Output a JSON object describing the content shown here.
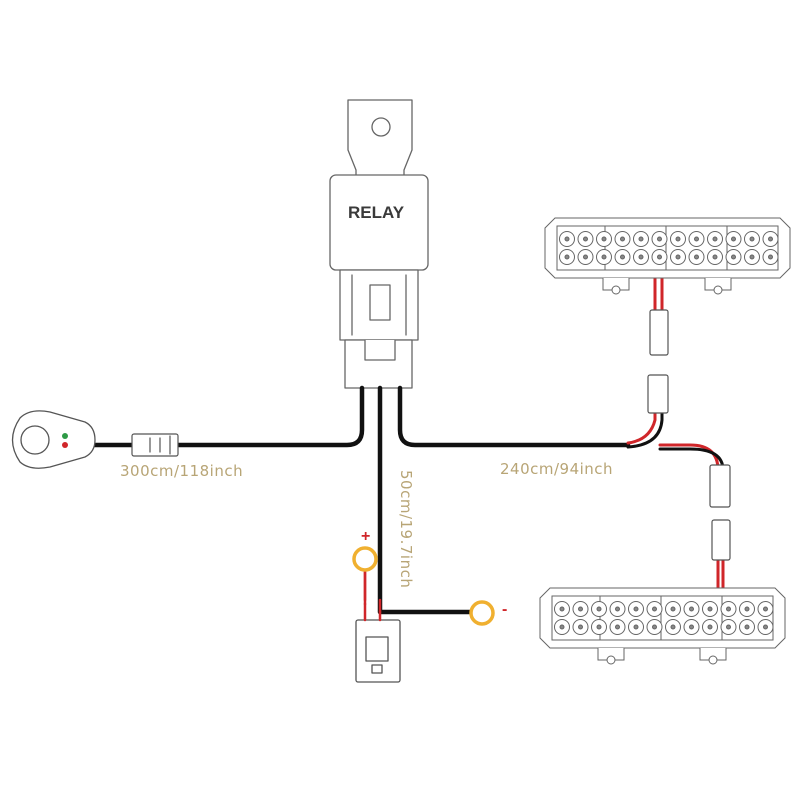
{
  "relay": {
    "label": "RELAY"
  },
  "wires": {
    "switch_length": "300cm/118inch",
    "lightbar_length": "240cm/94inch",
    "battery_length": "50cm/19.7inch"
  },
  "battery": {
    "positive": "+",
    "negative": "-"
  },
  "colors": {
    "wire": "#111111",
    "positive": "#d0262a",
    "ring": "#f0b030",
    "label": "#b8a576",
    "outline": "#555555"
  }
}
